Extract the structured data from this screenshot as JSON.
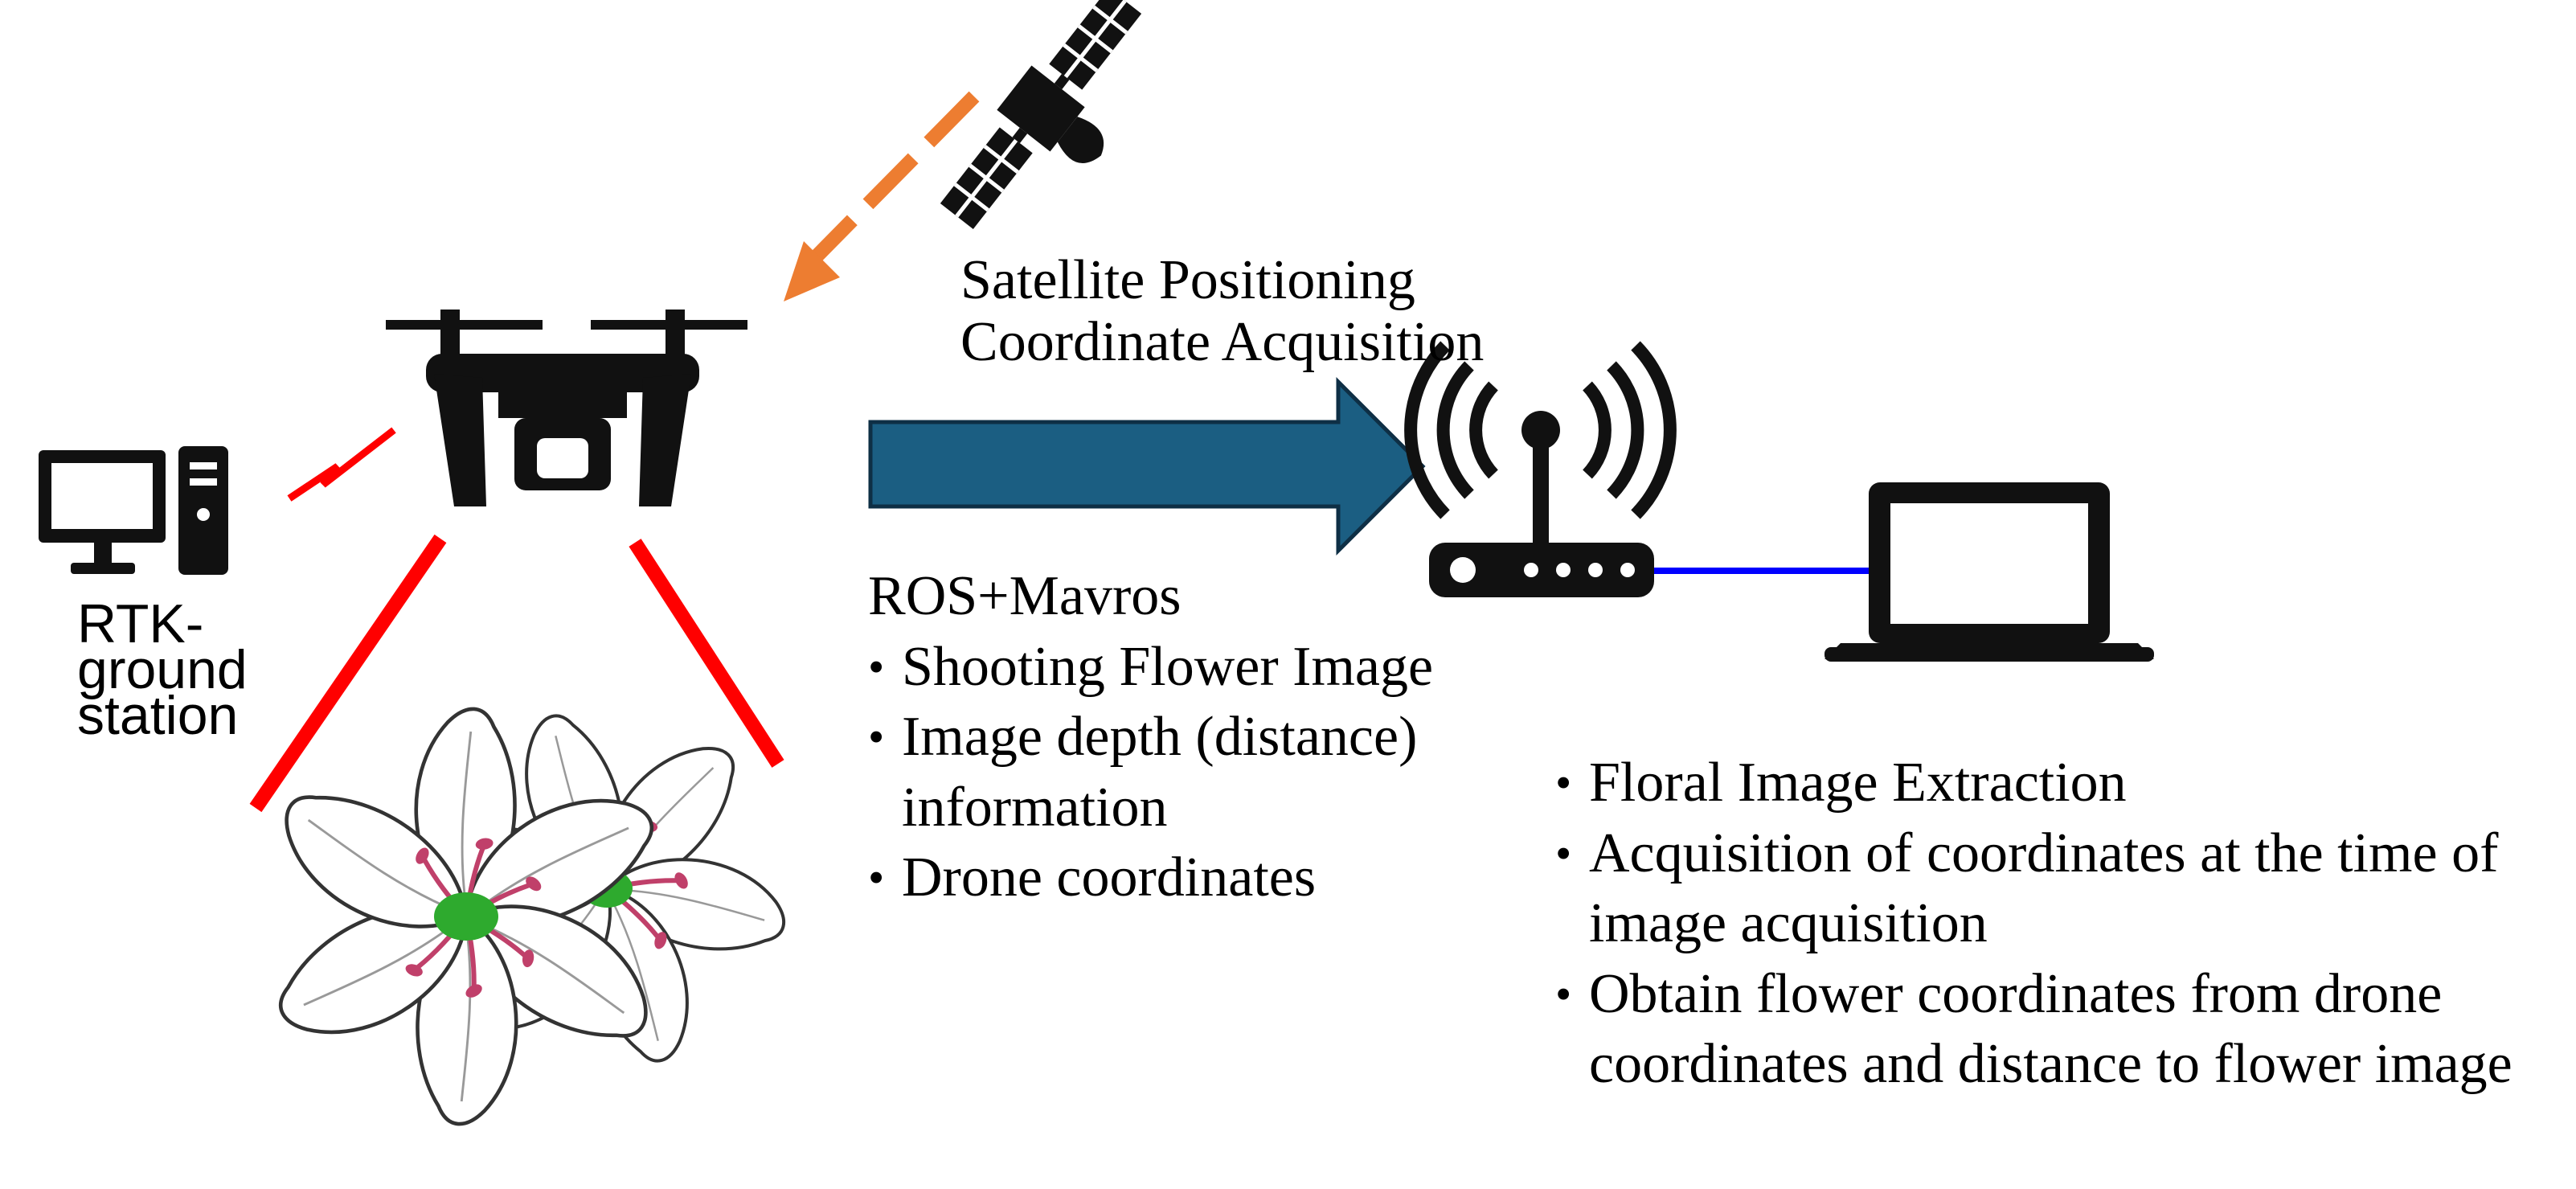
{
  "labels": {
    "satellite_line1": "Satellite Positioning",
    "satellite_line2": "Coordinate Acquisition",
    "ground_station_line1": "RTK-",
    "ground_station_line2": "ground",
    "ground_station_line3": "station",
    "ros_title": "ROS+Mavros"
  },
  "ros_items": [
    "Shooting Flower Image",
    "Image depth (distance) information",
    "Drone coordinates"
  ],
  "laptop_items": [
    "Floral Image Extraction",
    "Acquisition of coordinates at the time of image acquisition",
    "Obtain flower coordinates from drone coordinates and distance to flower image"
  ],
  "colors": {
    "satellite_link": "#ED7D31",
    "rtk_link": "#FF0000",
    "camera_view": "#FF0000",
    "data_arrow_fill": "#1B5E82",
    "data_arrow_stroke": "#0E2F45",
    "network_cable": "#0000FF",
    "flower_center": "#2EAA2E",
    "stamen": "#C0406A"
  },
  "icons": {
    "satellite": "satellite-icon",
    "drone": "drone-icon",
    "computer": "desktop-computer-icon",
    "router": "wifi-router-icon",
    "laptop": "laptop-icon",
    "flower": "flower-icon"
  }
}
